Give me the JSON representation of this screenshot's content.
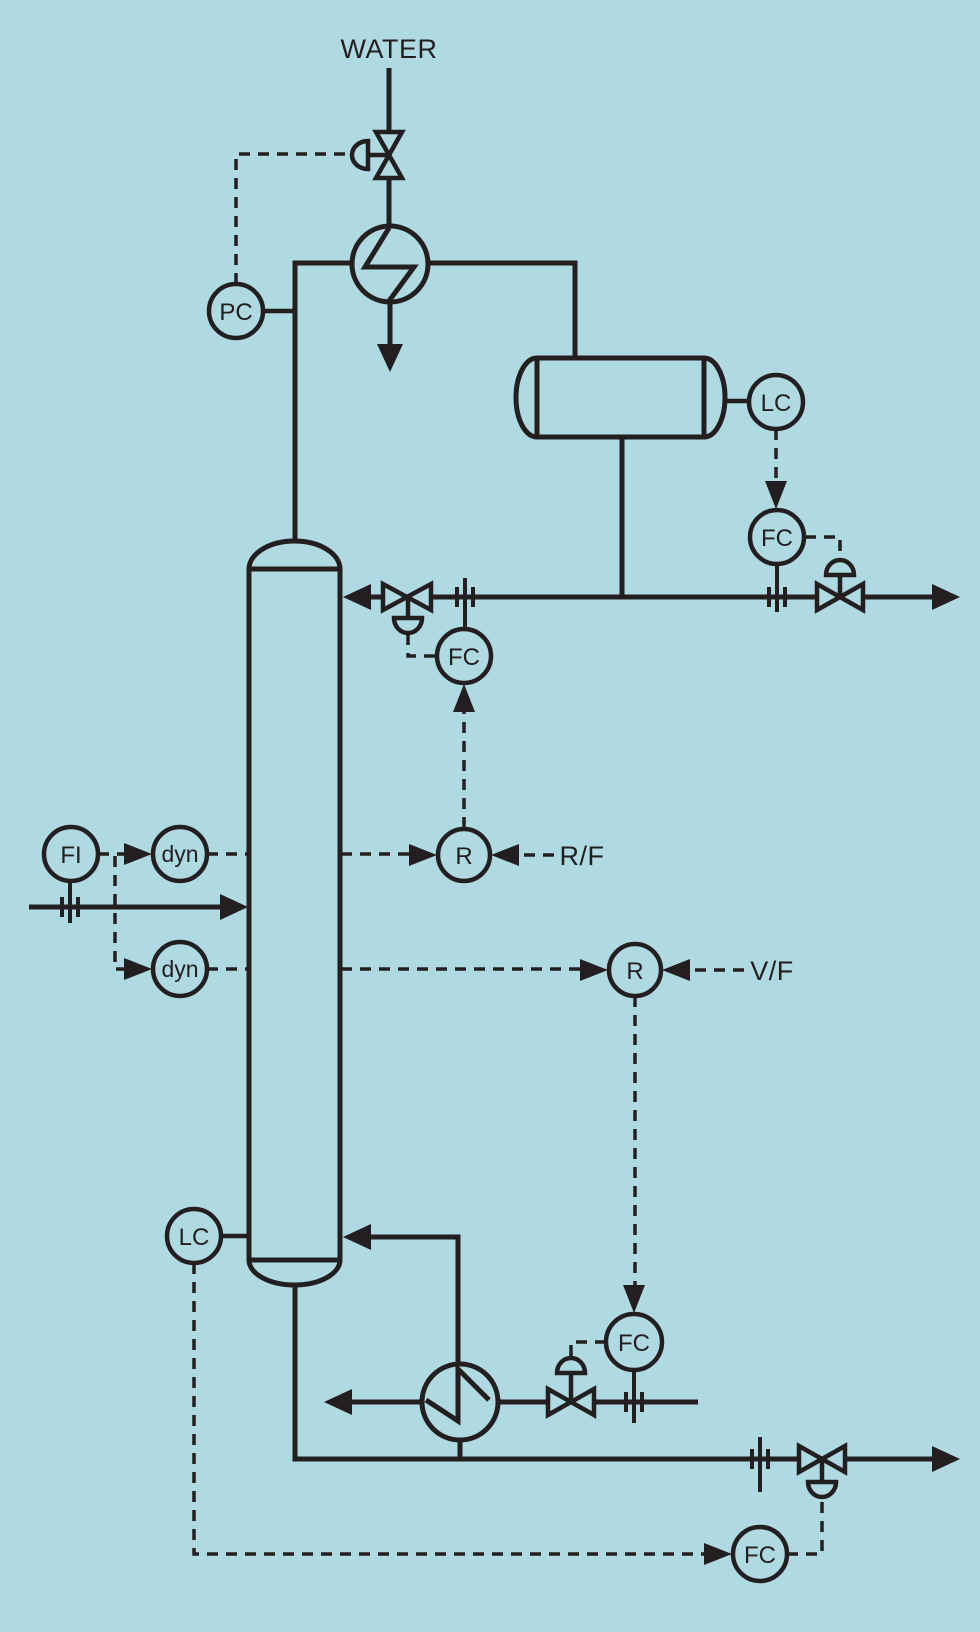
{
  "colors": {
    "background": "#afdae1",
    "line": "#231f20"
  },
  "labels": {
    "water": "WATER",
    "reflux_to_feed_ratio": "R/F",
    "boilup_to_feed_ratio": "V/F"
  },
  "instruments": {
    "pressure_controller": "PC",
    "reflux_drum_level_controller": "LC",
    "distillate_flow_controller": "FC",
    "reflux_flow_controller": "FC",
    "feed_flow_indicator": "FI",
    "reflux_feedforward_dynamics": "dyn",
    "boilup_feedforward_dynamics": "dyn",
    "reflux_ratio_station": "R",
    "boilup_ratio_station": "R",
    "steam_flow_controller": "FC",
    "base_level_controller": "LC",
    "bottoms_flow_controller": "FC"
  }
}
